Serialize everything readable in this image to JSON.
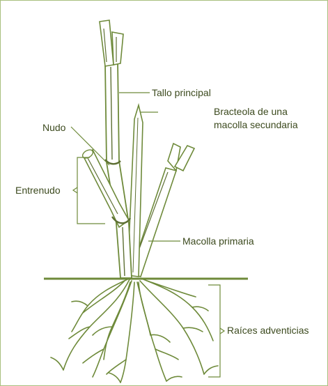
{
  "labels": {
    "tallo_principal": "Tallo principal",
    "bracteola_line1": "Bracteola de una",
    "bracteola_line2": "macolla secundaria",
    "nudo": "Nudo",
    "entrenudo": "Entrenudo",
    "macolla_primaria": "Macolla primaria",
    "raices_adventicias": "Raíces adventicias"
  },
  "colors": {
    "frame_border": "#a8bf7e",
    "line": "#6e8a3a",
    "stem_fill": "#ffffff",
    "stem_shade": "#5d6f33",
    "text": "#3c4a1e"
  }
}
